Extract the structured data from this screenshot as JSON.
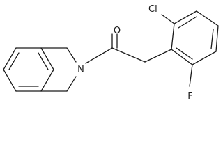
{
  "molecule": {
    "atoms": {
      "chlorine": "Cl",
      "oxygen": "O",
      "nitrogen": "N",
      "fluorine": "F"
    },
    "colors": {
      "bond": "#1a1a1a",
      "label": "#1a1a1a",
      "background": "#ffffff"
    }
  }
}
